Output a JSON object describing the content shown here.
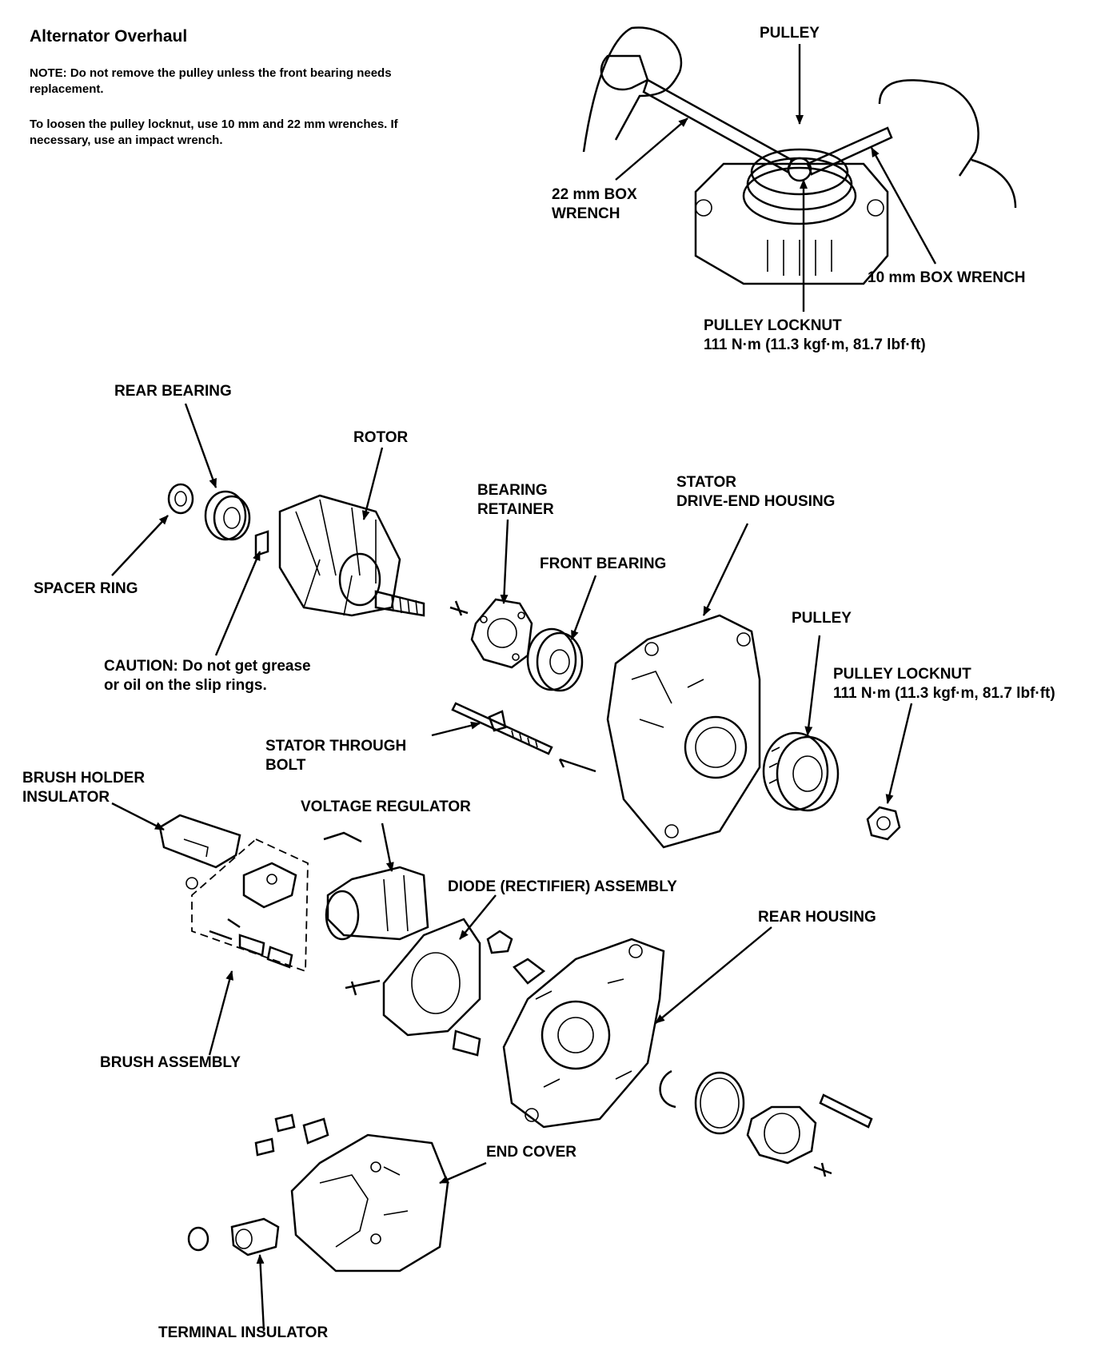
{
  "title": "Alternator Overhaul",
  "note1": "NOTE: Do not remove the pulley unless the front bearing needs replacement.",
  "note2": "To loosen the pulley locknut, use 10 mm and 22 mm wrenches. If necessary, use an impact wrench.",
  "labels": {
    "pulley_top": "PULLEY",
    "box_wrench_22_l1": "22 mm BOX",
    "box_wrench_22_l2": "WRENCH",
    "box_wrench_10": "10 mm BOX WRENCH",
    "locknut_top_l1": "PULLEY LOCKNUT",
    "locknut_top_l2": "111 N·m (11.3 kgf·m, 81.7 lbf·ft)",
    "rear_bearing": "REAR BEARING",
    "rotor": "ROTOR",
    "bearing_retainer_l1": "BEARING",
    "bearing_retainer_l2": "RETAINER",
    "stator_l1": "STATOR",
    "stator_l2": "DRIVE-END HOUSING",
    "spacer_ring": "SPACER RING",
    "front_bearing": "FRONT BEARING",
    "pulley": "PULLEY",
    "caution_l1": "CAUTION:  Do not get grease",
    "caution_l2": "or oil on the slip rings.",
    "locknut_l1": "PULLEY LOCKNUT",
    "locknut_l2": "111 N·m (11.3 kgf·m, 81.7 lbf·ft)",
    "through_bolt_l1": "STATOR THROUGH",
    "through_bolt_l2": "BOLT",
    "brush_holder_l1": "BRUSH HOLDER",
    "brush_holder_l2": "INSULATOR",
    "voltage_regulator": "VOLTAGE REGULATOR",
    "diode": "DIODE (RECTIFIER) ASSEMBLY",
    "rear_housing": "REAR HOUSING",
    "brush_assembly": "BRUSH ASSEMBLY",
    "end_cover": "END COVER",
    "terminal_insulator": "TERMINAL INSULATOR"
  }
}
